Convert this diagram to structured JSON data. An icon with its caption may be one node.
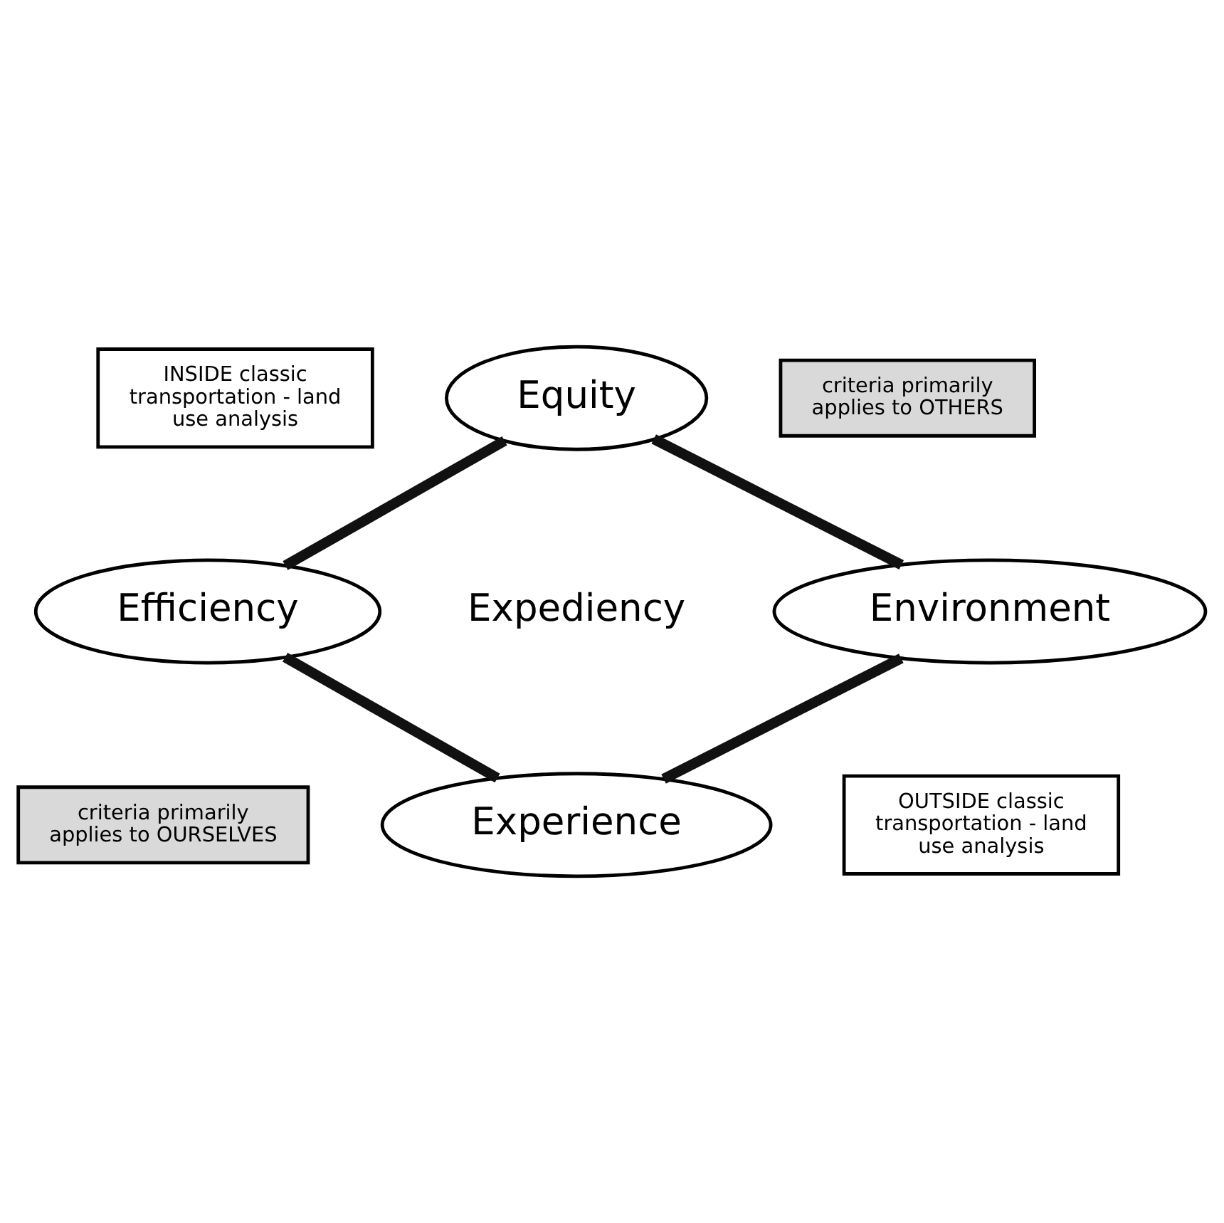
{
  "diagram": {
    "nodes": [
      {
        "text": [
          "Equity"
        ]
      },
      {
        "text": [
          "INSIDE classic transportation - land use analysis"
        ]
      },
      {
        "text": [
          "criteria primarily applies to OTHERS"
        ]
      },
      {
        "text": [
          "Efficiency"
        ]
      },
      {
        "text": [
          "Environment"
        ]
      },
      {
        "text": [
          "criteria primarily applies to OURSELVES"
        ]
      },
      {
        "text": [
          "OUTSIDE classic transportation - land use analysis"
        ]
      },
      {
        "text": [
          "Experience"
        ]
      }
    ],
    "edges": [
      {
        "from": 0,
        "to": 3,
        "arrow": "none"
      },
      {
        "from": 0,
        "to": 4,
        "arrow": "none"
      },
      {
        "from": 3,
        "to": 7,
        "arrow": "none"
      },
      {
        "from": 4,
        "to": 7,
        "arrow": "none"
      }
    ],
    "labels": [
      "Expediency"
    ]
  }
}
